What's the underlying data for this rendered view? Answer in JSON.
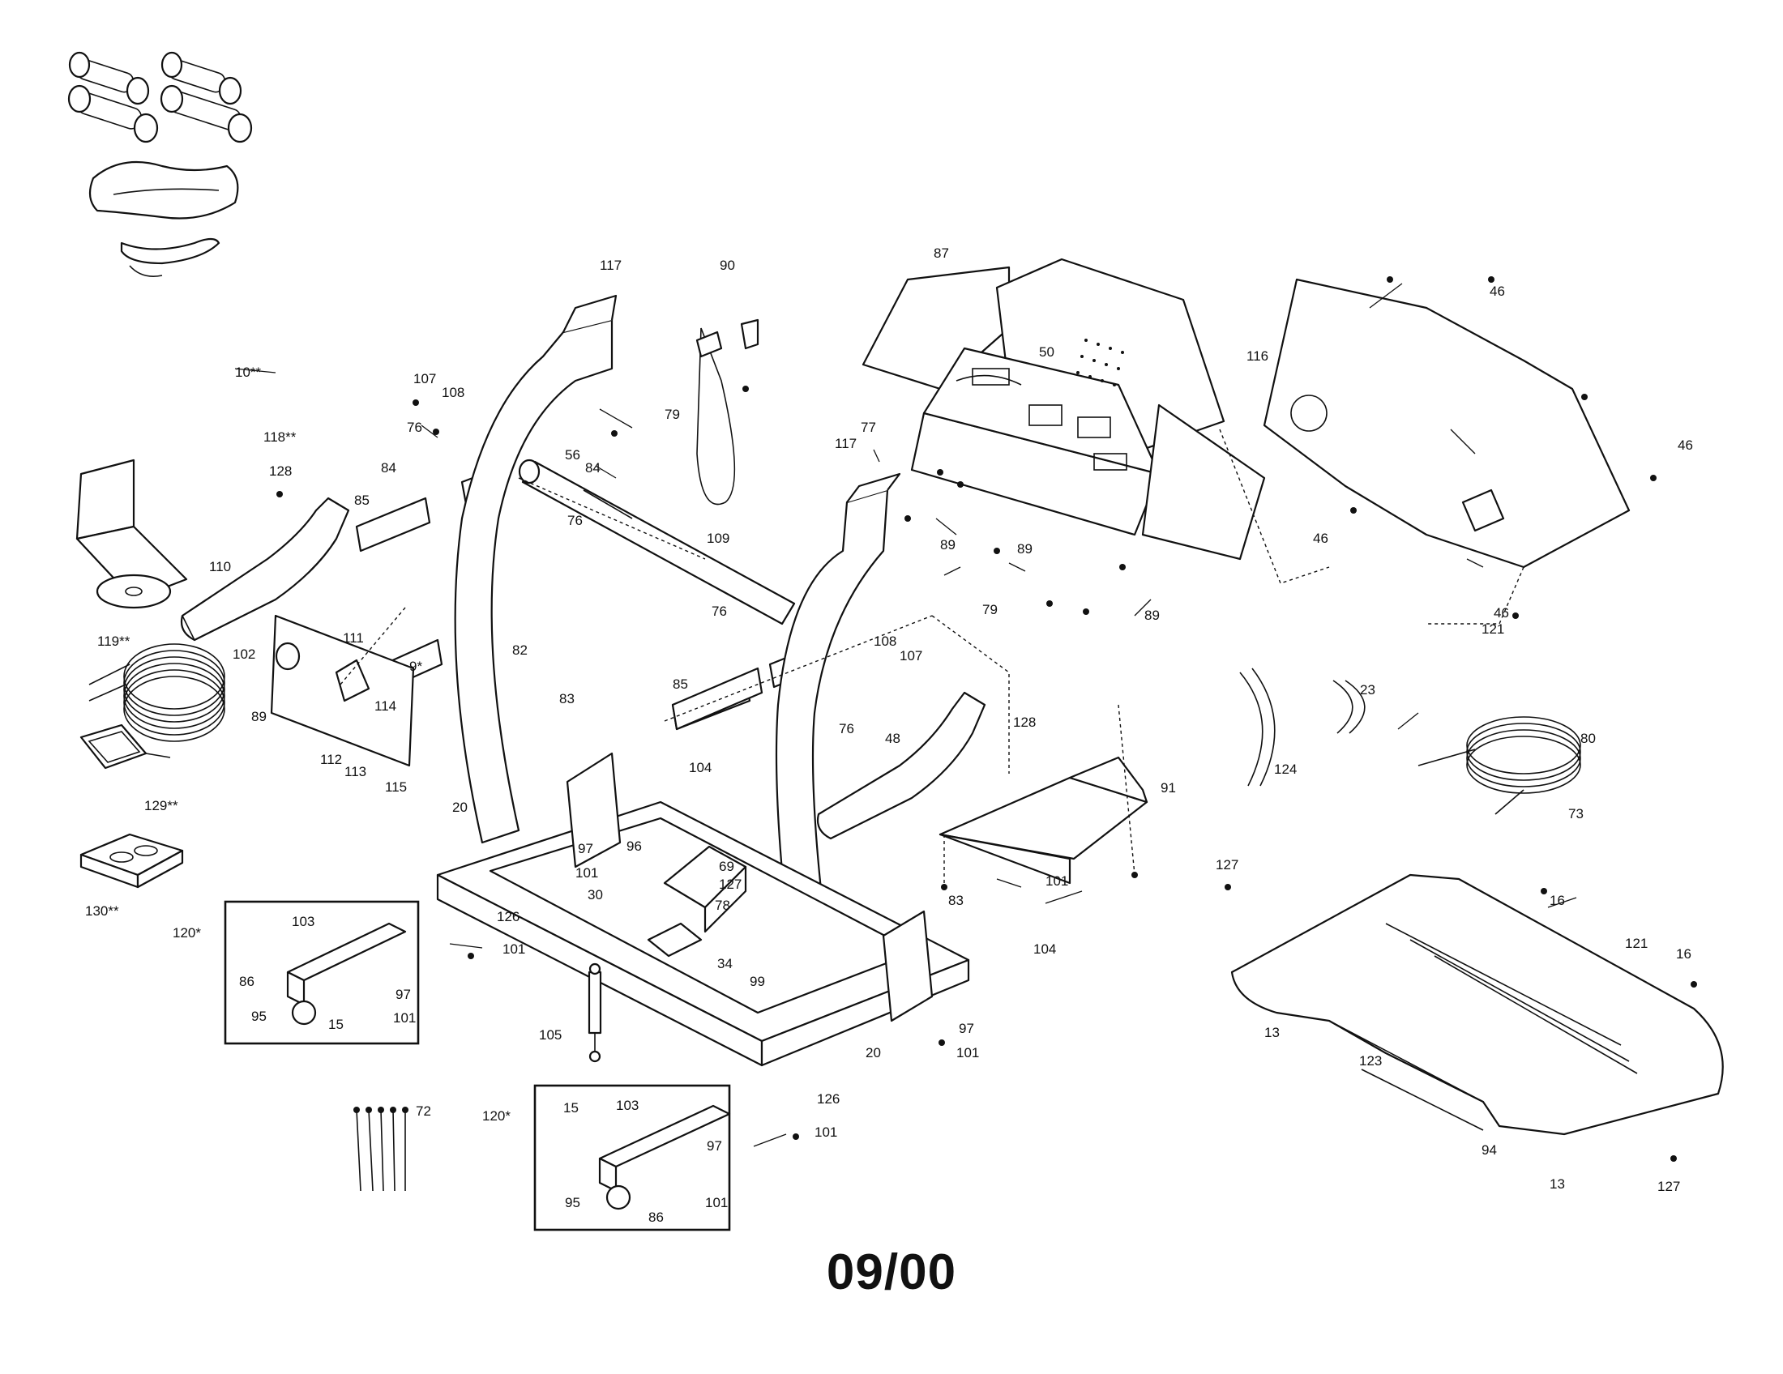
{
  "diagram": {
    "date_code": "09/00",
    "callouts": [
      {
        "id": "c10",
        "text": "10**"
      },
      {
        "id": "c118",
        "text": "118**"
      },
      {
        "id": "c119",
        "text": "119**"
      },
      {
        "id": "c129",
        "text": "129**"
      },
      {
        "id": "c130",
        "text": "130**"
      },
      {
        "id": "c128a",
        "text": "128"
      },
      {
        "id": "c110",
        "text": "110"
      },
      {
        "id": "c107a",
        "text": "107"
      },
      {
        "id": "c108a",
        "text": "108"
      },
      {
        "id": "c76a",
        "text": "76"
      },
      {
        "id": "c84a",
        "text": "84"
      },
      {
        "id": "c85a",
        "text": "85"
      },
      {
        "id": "c76b",
        "text": "76"
      },
      {
        "id": "c117a",
        "text": "117"
      },
      {
        "id": "c79a",
        "text": "79"
      },
      {
        "id": "c84b",
        "text": "84"
      },
      {
        "id": "c56",
        "text": "56"
      },
      {
        "id": "c90",
        "text": "90"
      },
      {
        "id": "c111",
        "text": "111"
      },
      {
        "id": "c102",
        "text": "102"
      },
      {
        "id": "c9",
        "text": "9*"
      },
      {
        "id": "c89a",
        "text": "89"
      },
      {
        "id": "c114",
        "text": "114"
      },
      {
        "id": "c112",
        "text": "112"
      },
      {
        "id": "c113",
        "text": "113"
      },
      {
        "id": "c115",
        "text": "115"
      },
      {
        "id": "c82",
        "text": "82"
      },
      {
        "id": "c109",
        "text": "109"
      },
      {
        "id": "c76c",
        "text": "76"
      },
      {
        "id": "c85b",
        "text": "85"
      },
      {
        "id": "c76d",
        "text": "76"
      },
      {
        "id": "c108b",
        "text": "108"
      },
      {
        "id": "c107b",
        "text": "107"
      },
      {
        "id": "c83a",
        "text": "83"
      },
      {
        "id": "c104a",
        "text": "104"
      },
      {
        "id": "c20a",
        "text": "20"
      },
      {
        "id": "c97a",
        "text": "97"
      },
      {
        "id": "c96",
        "text": "96"
      },
      {
        "id": "c101a",
        "text": "101"
      },
      {
        "id": "c30",
        "text": "30"
      },
      {
        "id": "c69",
        "text": "69"
      },
      {
        "id": "c127a",
        "text": "127"
      },
      {
        "id": "c78",
        "text": "78"
      },
      {
        "id": "c34",
        "text": "34"
      },
      {
        "id": "c99",
        "text": "99"
      },
      {
        "id": "c126a",
        "text": "126"
      },
      {
        "id": "c101b",
        "text": "101"
      },
      {
        "id": "c120a",
        "text": "120*"
      },
      {
        "id": "c103a",
        "text": "103"
      },
      {
        "id": "c86a",
        "text": "86"
      },
      {
        "id": "c97b",
        "text": "97"
      },
      {
        "id": "c101c",
        "text": "101"
      },
      {
        "id": "c95a",
        "text": "95"
      },
      {
        "id": "c15a",
        "text": "15"
      },
      {
        "id": "c105",
        "text": "105"
      },
      {
        "id": "c83b",
        "text": "83"
      },
      {
        "id": "c104b",
        "text": "104"
      },
      {
        "id": "c97c",
        "text": "97"
      },
      {
        "id": "c101d",
        "text": "101"
      },
      {
        "id": "c20b",
        "text": "20"
      },
      {
        "id": "c126b",
        "text": "126"
      },
      {
        "id": "c101e",
        "text": "101"
      },
      {
        "id": "c72",
        "text": "72"
      },
      {
        "id": "c120b",
        "text": "120*"
      },
      {
        "id": "c15b",
        "text": "15"
      },
      {
        "id": "c103b",
        "text": "103"
      },
      {
        "id": "c97d",
        "text": "97"
      },
      {
        "id": "c101f",
        "text": "101"
      },
      {
        "id": "c95b",
        "text": "95"
      },
      {
        "id": "c86b",
        "text": "86"
      },
      {
        "id": "c87",
        "text": "87"
      },
      {
        "id": "c50",
        "text": "50"
      },
      {
        "id": "c77",
        "text": "77"
      },
      {
        "id": "c117b",
        "text": "117"
      },
      {
        "id": "c89b",
        "text": "89"
      },
      {
        "id": "c89c",
        "text": "89"
      },
      {
        "id": "c79b",
        "text": "79"
      },
      {
        "id": "c89d",
        "text": "89"
      },
      {
        "id": "c128b",
        "text": "128"
      },
      {
        "id": "c48",
        "text": "48"
      },
      {
        "id": "c91",
        "text": "91"
      },
      {
        "id": "c101g",
        "text": "101"
      },
      {
        "id": "c46a",
        "text": "46"
      },
      {
        "id": "c116",
        "text": "116"
      },
      {
        "id": "c46b",
        "text": "46"
      },
      {
        "id": "c46c",
        "text": "46"
      },
      {
        "id": "c46d",
        "text": "46"
      },
      {
        "id": "c121a",
        "text": "121"
      },
      {
        "id": "c23",
        "text": "23"
      },
      {
        "id": "c124",
        "text": "124"
      },
      {
        "id": "c80",
        "text": "80"
      },
      {
        "id": "c73",
        "text": "73"
      },
      {
        "id": "c127b",
        "text": "127"
      },
      {
        "id": "c16a",
        "text": "16"
      },
      {
        "id": "c121b",
        "text": "121"
      },
      {
        "id": "c16b",
        "text": "16"
      },
      {
        "id": "c13a",
        "text": "13"
      },
      {
        "id": "c123",
        "text": "123"
      },
      {
        "id": "c94",
        "text": "94"
      },
      {
        "id": "c13b",
        "text": "13"
      },
      {
        "id": "c127c",
        "text": "127"
      }
    ]
  }
}
